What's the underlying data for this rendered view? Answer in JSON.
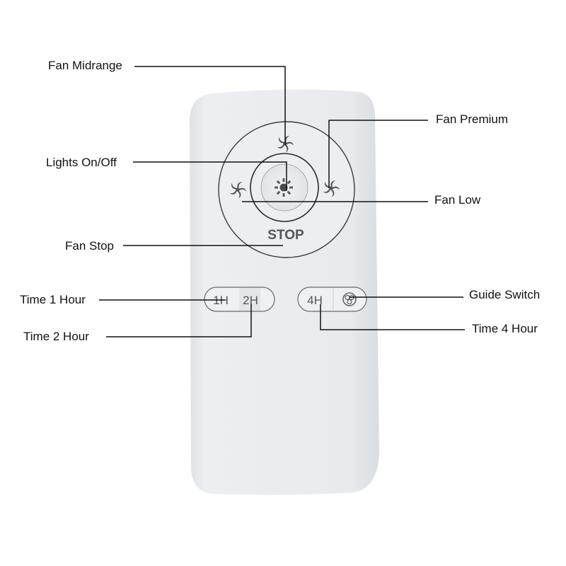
{
  "remote": {
    "body_color": "#e9ebee",
    "ring_color": "#2a2a2a",
    "icon_color": "#5a5a5a",
    "stop_label": "STOP",
    "timer_buttons": [
      {
        "label": "1H"
      },
      {
        "label": "2H"
      },
      {
        "label": "4H"
      }
    ],
    "guide_switch_icon": "fan-grid-icon"
  },
  "callouts": [
    {
      "id": "fan-midrange",
      "label": "Fan Midrange"
    },
    {
      "id": "fan-premium",
      "label": "Fan Premium"
    },
    {
      "id": "lights-on-off",
      "label": "Lights On/Off"
    },
    {
      "id": "fan-low",
      "label": "Fan Low"
    },
    {
      "id": "fan-stop",
      "label": "Fan Stop"
    },
    {
      "id": "time-1-hour",
      "label": "Time 1 Hour"
    },
    {
      "id": "guide-switch",
      "label": "Guide Switch"
    },
    {
      "id": "time-2-hour",
      "label": "Time 2 Hour"
    },
    {
      "id": "time-4-hour",
      "label": "Time 4 Hour"
    }
  ],
  "icons": {
    "fan_top": "fan-icon",
    "fan_left": "fan-icon",
    "fan_right": "fan-icon",
    "light": "sun-icon"
  }
}
